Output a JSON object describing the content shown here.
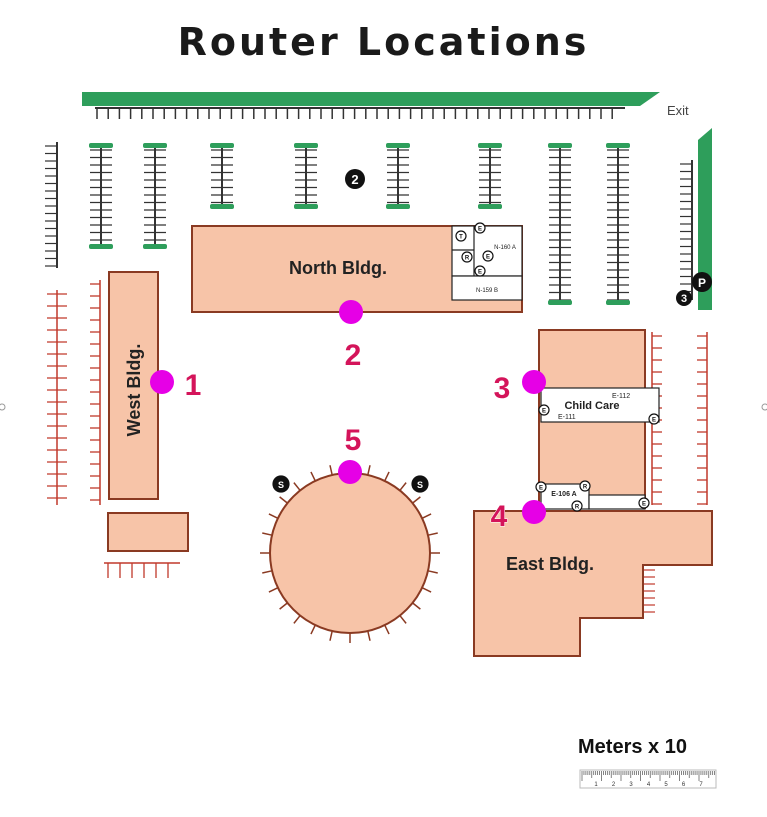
{
  "title": "Router Locations",
  "exit_label": "Exit",
  "scale_label": "Meters x 10",
  "scale_ticks": [
    "1",
    "2",
    "3",
    "4",
    "5",
    "6",
    "7"
  ],
  "buildings": {
    "north": "North Bldg.",
    "west": "West Bldg.",
    "east": "East Bldg.",
    "child_care": "Child Care"
  },
  "rooms": {
    "n160a": "N-160 A",
    "n159b": "N-159 B",
    "e112": "E-112",
    "e111": "E-111",
    "e106a": "E-106 A"
  },
  "markers": {
    "parking_2": "2",
    "parking_3": "3",
    "parking_p": "P",
    "t": "T",
    "r": "R",
    "e": "E",
    "s": "S"
  },
  "routers": [
    {
      "id": "1",
      "label": "1"
    },
    {
      "id": "2",
      "label": "2"
    },
    {
      "id": "3",
      "label": "3"
    },
    {
      "id": "4",
      "label": "4"
    },
    {
      "id": "5",
      "label": "5"
    }
  ],
  "colors": {
    "building_fill": "#f7c4a8",
    "building_stroke": "#8a3a22",
    "router": "#e600e6",
    "router_label": "#d4145a",
    "parking_green": "#2e9e5b",
    "parking_red": "#c0392b"
  }
}
